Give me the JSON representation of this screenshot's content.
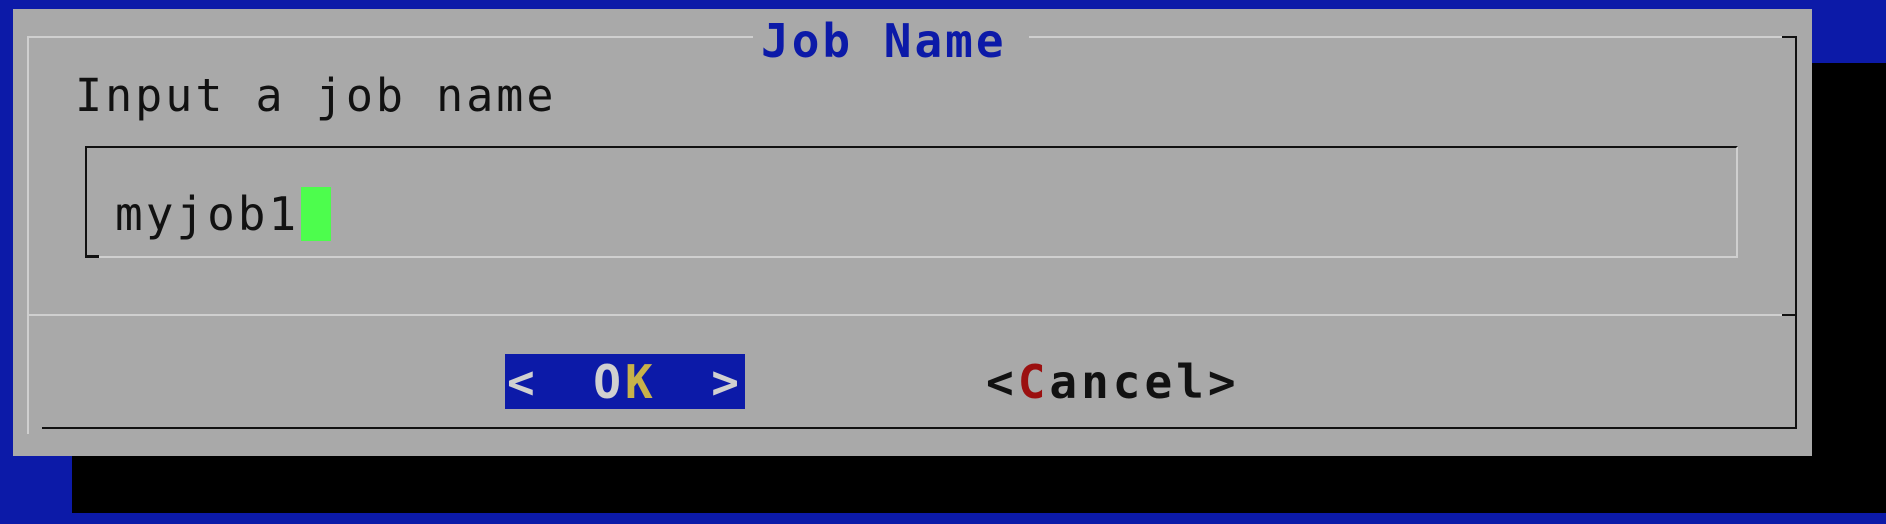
{
  "dialog": {
    "title": "Job Name",
    "prompt": "Input a job name"
  },
  "input": {
    "value": "myjob1"
  },
  "buttons": {
    "ok": {
      "open": "<",
      "label_plain": "O",
      "hotkey": "K",
      "close": ">",
      "selected": true
    },
    "cancel": {
      "open": "<",
      "hotkey": "C",
      "label_rest": "ancel",
      "close": ">"
    }
  },
  "colors": {
    "screen_background": "#0c1aa8",
    "dialog_background": "#a9a9a9",
    "title_text": "#0c1aa8",
    "cursor": "#4dfd4d",
    "ok_button_background": "#0c1aa8",
    "ok_hotkey": "#c8b24a",
    "cancel_hotkey": "#9b1010",
    "shadow": "#000000"
  }
}
